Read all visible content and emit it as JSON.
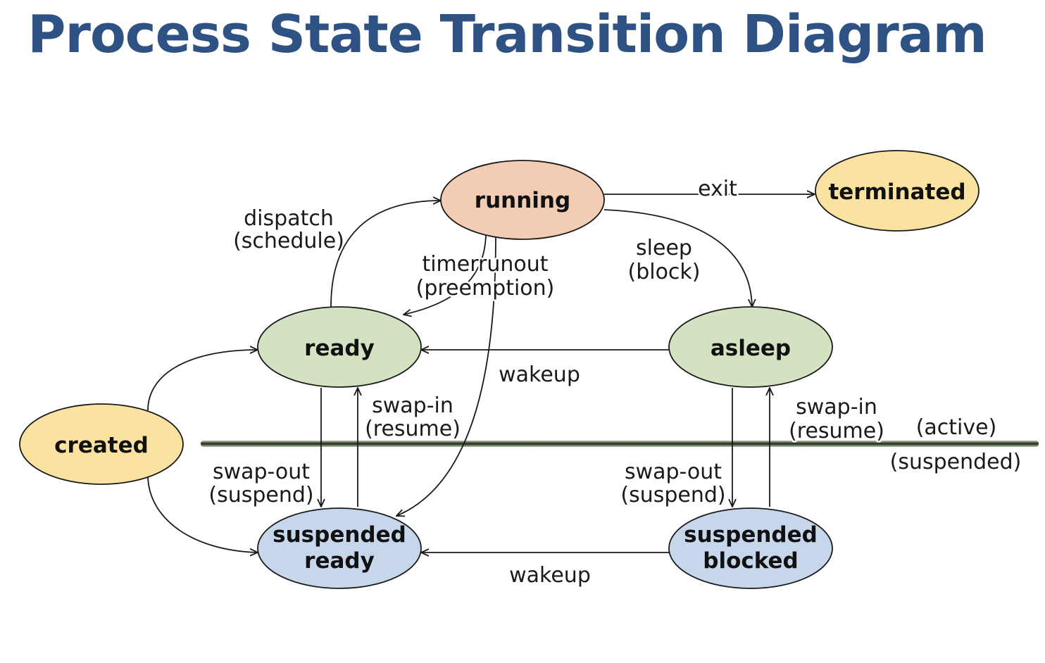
{
  "title": "Process State Transition Diagram",
  "states": {
    "running": {
      "label": "running",
      "fill": "#f3cdb3"
    },
    "terminated": {
      "label": "terminated",
      "fill": "#fae3a0"
    },
    "ready": {
      "label": "ready",
      "fill": "#d3e3c2"
    },
    "asleep": {
      "label": "asleep",
      "fill": "#d3e3c2"
    },
    "created": {
      "label": "created",
      "fill": "#fae3a0"
    },
    "suspended_ready": {
      "line1": "suspended",
      "line2": "ready",
      "fill": "#c6d7ec"
    },
    "suspended_blocked": {
      "line1": "suspended",
      "line2": "blocked",
      "fill": "#c6d7ec"
    }
  },
  "transitions": {
    "exit": "exit",
    "dispatch": "dispatch",
    "schedule": "(schedule)",
    "timerrunout": "timerrunout",
    "preemption": "(preemption)",
    "sleep": "sleep",
    "block": "(block)",
    "wakeup_active": "wakeup",
    "wakeup_suspended": "wakeup",
    "swap_in_left": "swap-in",
    "resume_left": "(resume)",
    "swap_in_right": "swap-in",
    "resume_right": "(resume)",
    "swap_out_left": "swap-out",
    "suspend_left": "(suspend)",
    "swap_out_right": "swap-out",
    "suspend_right": "(suspend)"
  },
  "divider": {
    "active_label": "(active)",
    "suspended_label": "(suspended)"
  }
}
